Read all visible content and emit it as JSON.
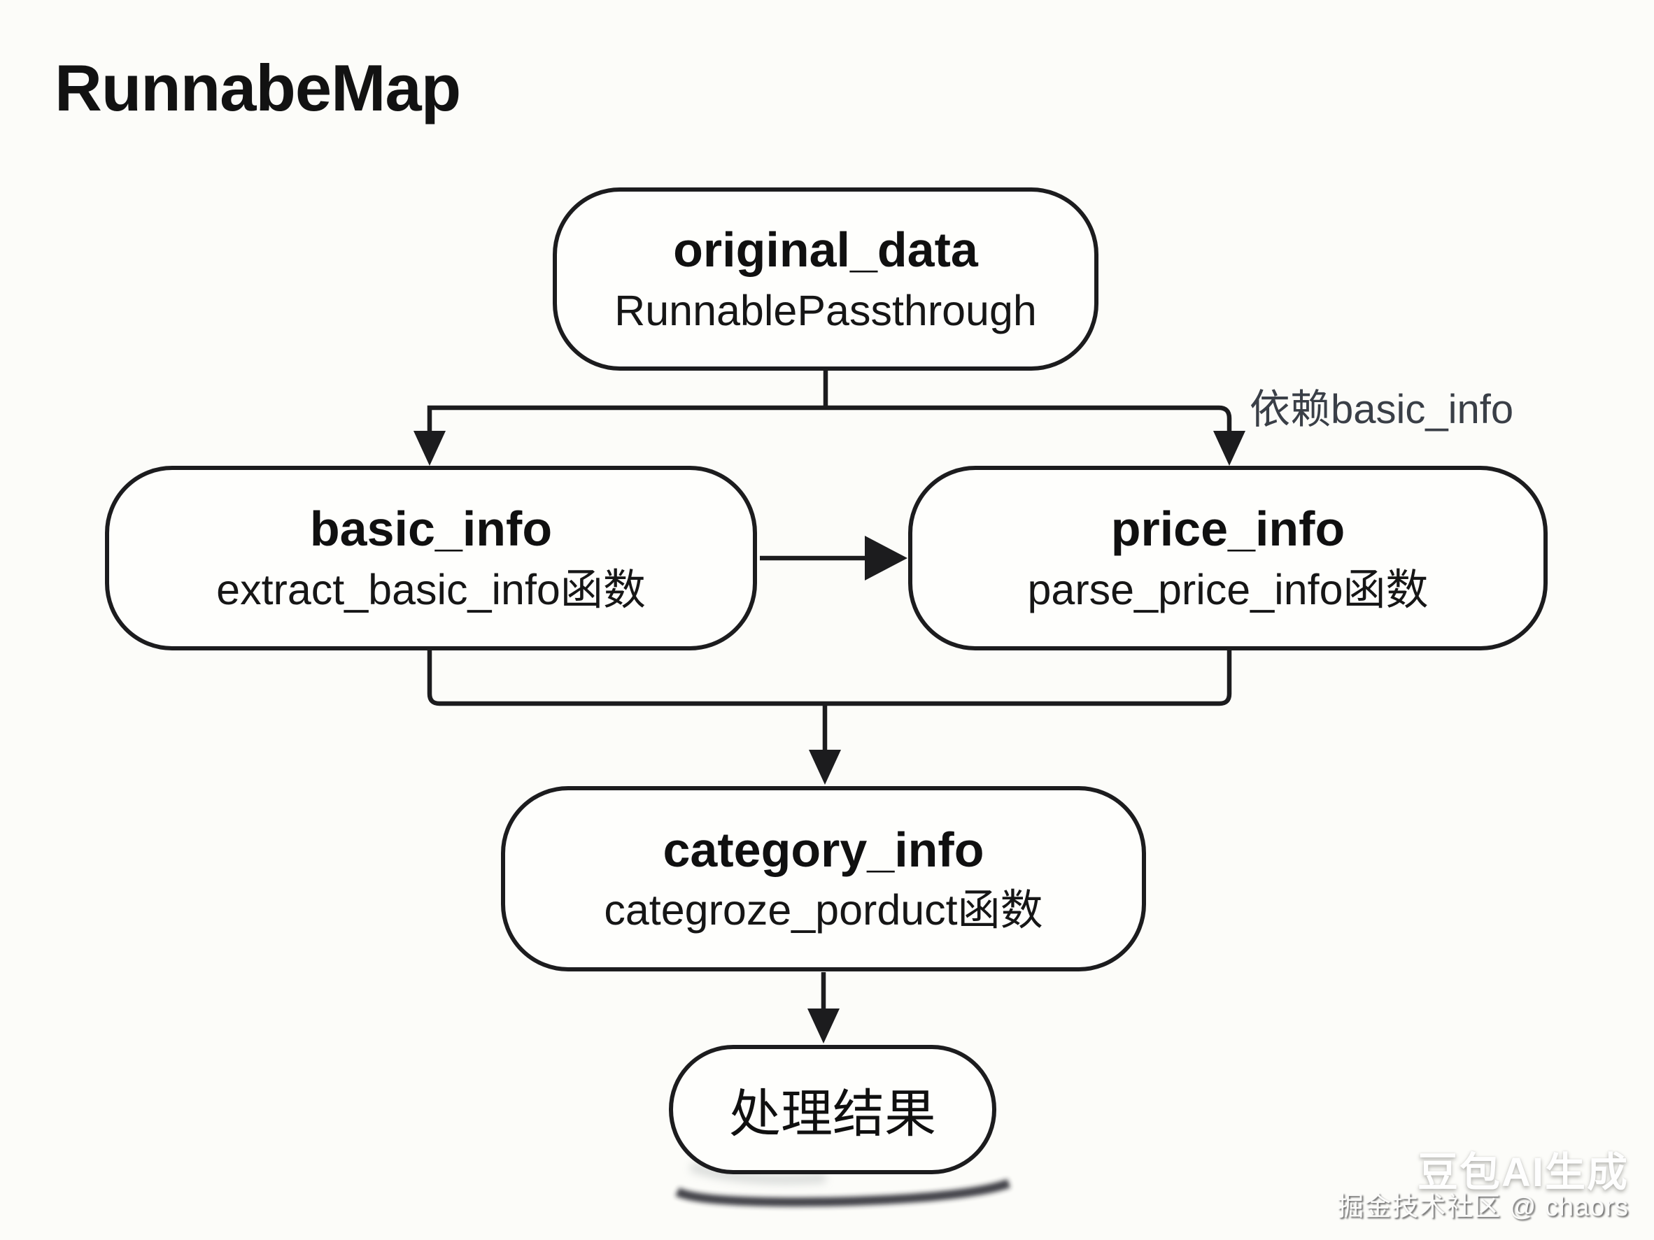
{
  "title": "RunnabeMap",
  "diagram": {
    "nodes": [
      {
        "id": "original_data",
        "title": "original_data",
        "subtitle": "RunnablePassthrough"
      },
      {
        "id": "basic_info",
        "title": "basic_info",
        "subtitle": "extract_basic_info函数"
      },
      {
        "id": "price_info",
        "title": "price_info",
        "subtitle": "parse_price_info函数"
      },
      {
        "id": "category_info",
        "title": "category_info",
        "subtitle": "categroze_porduct函数"
      },
      {
        "id": "result",
        "title": "处理结果",
        "subtitle": ""
      }
    ],
    "edges": [
      {
        "from": "original_data",
        "to": "basic_info"
      },
      {
        "from": "original_data",
        "to": "price_info",
        "label": "依赖basic_info"
      },
      {
        "from": "basic_info",
        "to": "price_info"
      },
      {
        "from": "basic_info",
        "to": "category_info"
      },
      {
        "from": "price_info",
        "to": "category_info"
      },
      {
        "from": "category_info",
        "to": "result"
      }
    ],
    "edge_label": "依赖basic_info"
  },
  "watermark": {
    "line1": "豆包AI生成",
    "line2": "掘金技术社区 @ chaors"
  },
  "colors": {
    "background": "#fcfcf9",
    "node_border": "#1c1c1e",
    "connector": "#1c1c1e",
    "text": "#101010",
    "edge_label_text": "#3a3f47",
    "watermark_text": "#fefefe"
  }
}
